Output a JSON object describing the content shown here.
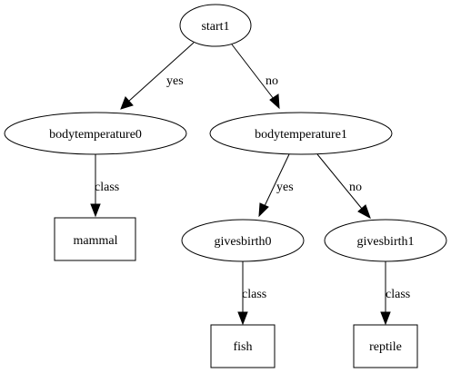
{
  "graph": {
    "nodes": [
      {
        "id": "start1",
        "label": "start1",
        "shape": "ellipse"
      },
      {
        "id": "bodytemperature0",
        "label": "bodytemperature0",
        "shape": "ellipse"
      },
      {
        "id": "bodytemperature1",
        "label": "bodytemperature1",
        "shape": "ellipse"
      },
      {
        "id": "mammal",
        "label": "mammal",
        "shape": "box"
      },
      {
        "id": "givesbirth0",
        "label": "givesbirth0",
        "shape": "ellipse"
      },
      {
        "id": "givesbirth1",
        "label": "givesbirth1",
        "shape": "ellipse"
      },
      {
        "id": "fish",
        "label": "fish",
        "shape": "box"
      },
      {
        "id": "reptile",
        "label": "reptile",
        "shape": "box"
      }
    ],
    "edges": [
      {
        "from": "start1",
        "to": "bodytemperature0",
        "label": "yes"
      },
      {
        "from": "start1",
        "to": "bodytemperature1",
        "label": "no"
      },
      {
        "from": "bodytemperature0",
        "to": "mammal",
        "label": "class"
      },
      {
        "from": "bodytemperature1",
        "to": "givesbirth0",
        "label": "yes"
      },
      {
        "from": "bodytemperature1",
        "to": "givesbirth1",
        "label": "no"
      },
      {
        "from": "givesbirth0",
        "to": "fish",
        "label": "class"
      },
      {
        "from": "givesbirth1",
        "to": "reptile",
        "label": "class"
      }
    ]
  }
}
